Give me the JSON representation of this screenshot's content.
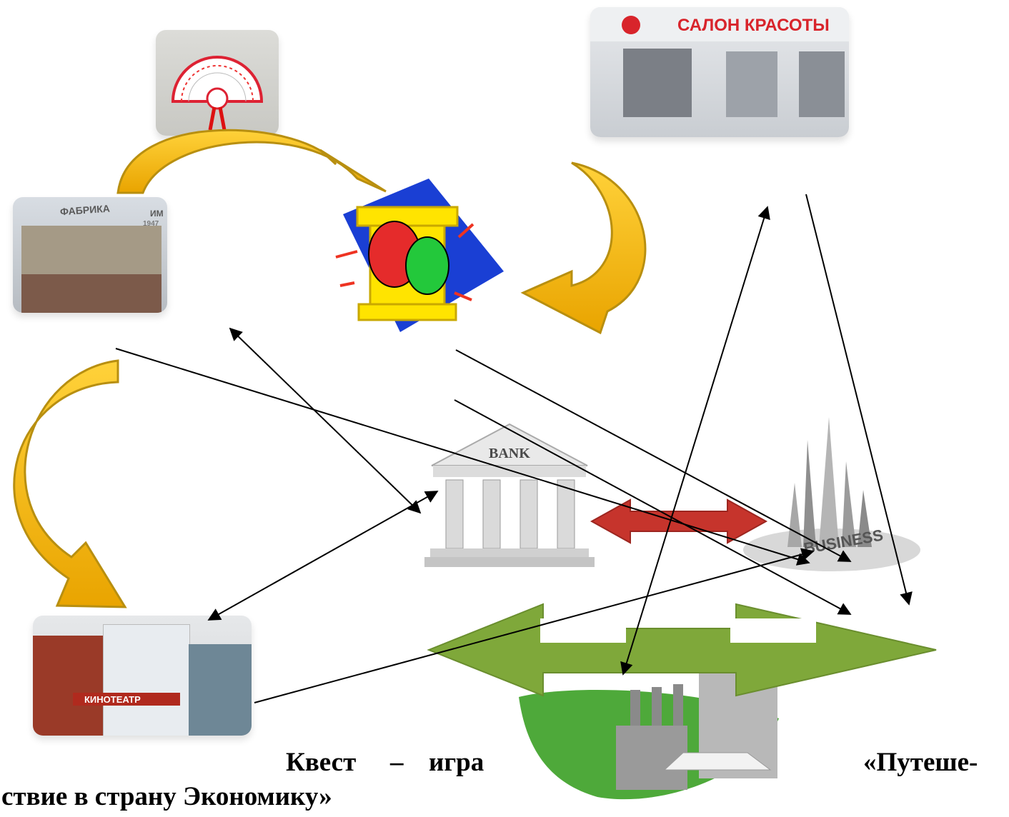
{
  "nodes": {
    "fan_craft": {
      "label": ""
    },
    "beauty_salon": {
      "sign_text": "САЛОН КРАСОТЫ"
    },
    "factory": {
      "sign_text": "ФАБРИКА",
      "sign_extra": "ИМ",
      "year": "1947"
    },
    "theater": {
      "label": ""
    },
    "bank": {
      "sign_text": "BANK"
    },
    "business": {
      "sign_text": "BUSINESS"
    },
    "cinema": {
      "sign_text": "КИНОТЕАТР"
    },
    "eco_industry": {
      "label": ""
    }
  },
  "caption": {
    "word1": "Квест",
    "dash": "–",
    "word2": "игра",
    "word3": "«Путеше-",
    "line2": "ствие в страну Экономику»"
  },
  "colors": {
    "curved_arrow_fill": "#f5b800",
    "curved_arrow_shade": "#c99a1a",
    "double_arrow_red": "#c6342c",
    "green_arrow": "#7fa83a",
    "leaf_green": "#4ea93a",
    "connector": "#000000"
  }
}
